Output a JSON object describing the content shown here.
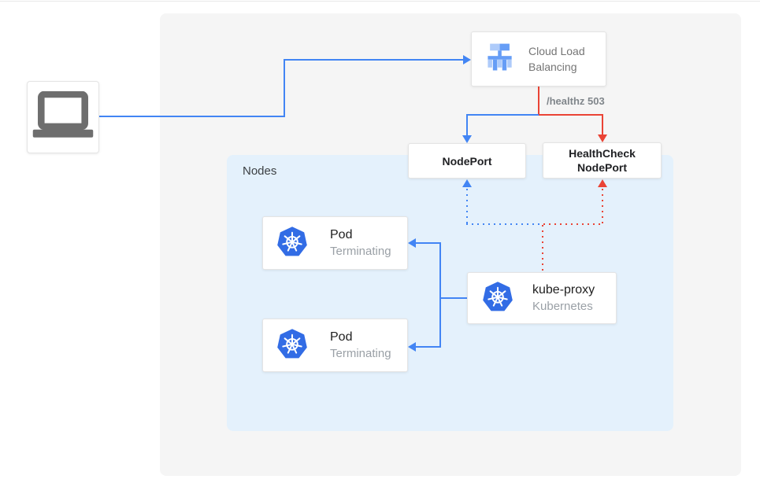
{
  "client": {
    "name": "client laptop"
  },
  "load_balancer": {
    "label": "Cloud Load Balancing"
  },
  "routes": {
    "healthz": "/healthz 503"
  },
  "node_port": {
    "label": "NodePort"
  },
  "health_check_node_port": {
    "label": "HealthCheck NodePort"
  },
  "nodes_group": {
    "label": "Nodes"
  },
  "pods": [
    {
      "label": "Pod",
      "status": "Terminating"
    },
    {
      "label": "Pod",
      "status": "Terminating"
    }
  ],
  "kube_proxy": {
    "label": "kube-proxy",
    "sublabel": "Kubernetes"
  },
  "colors": {
    "accent_blue": "#4285F4",
    "accent_red": "#EA4335",
    "kubernetes_blue": "#326CE5",
    "lb_icon_blue_light": "#AECBFA",
    "lb_icon_blue_medium": "#669DF6",
    "nodes_group_bg": "#E4F1FC",
    "panel_bg": "#F5F5F5",
    "laptop_gray": "#6E6E6E"
  }
}
